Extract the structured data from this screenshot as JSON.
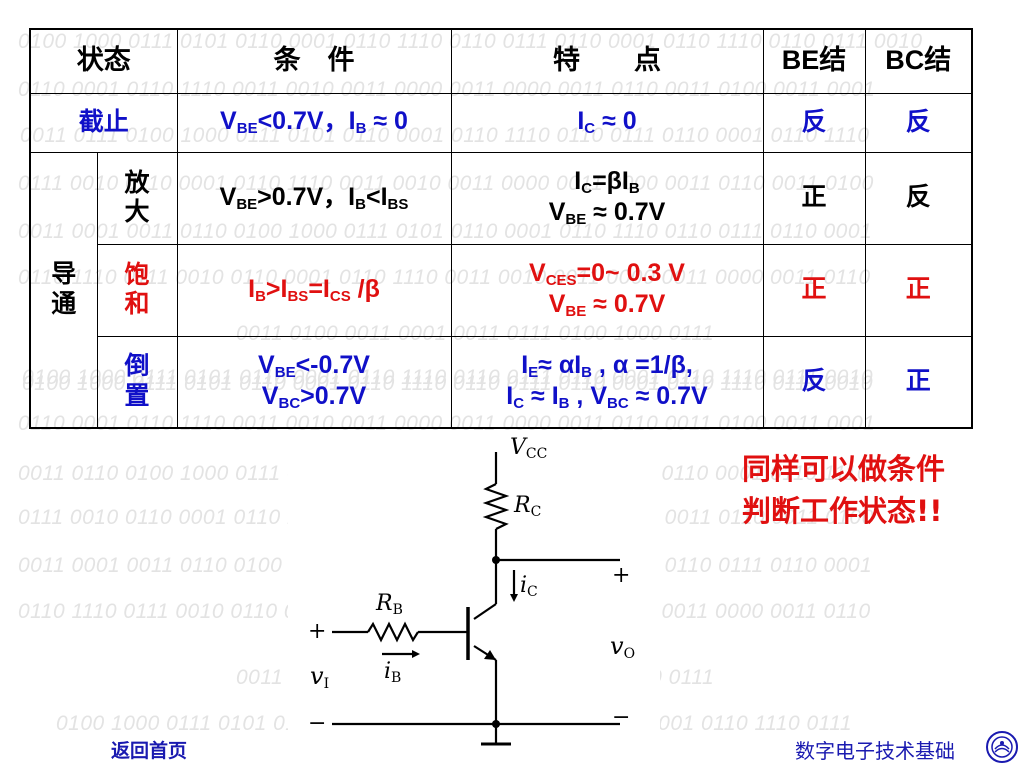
{
  "background_rows": [
    "0100 1000 0111 0101 0110 0001 0110 1110 0110 0111 0110 0001 0110 1110 0110 0111 0010",
    "0110 0001 0110 1110 0011 0010 0011 0000 0011 0000 0011 0110 0011 0100 0011 0001",
    "0011 0111 0100 1000 0111 0101 0110 0001 0110 1110 0110 0111 0110 0001 0110 1110",
    "0111 0010 0110 0001 0110 1110 0011 0010 0011 0000 0011 0000 0011 0110 0011 0100",
    "0011 0001 0011 0110 0100 1000 0111 0101 0110 0001 0110 1110 0110 0111 0110 0001",
    "0110 1110 0111 0010 0110 0001 0110 1110 0011 0010 0011 0000 0011 0000 0011 0110",
    "0100 1000 0111 0101 0110 0001 0110 1110 0110 0111 0110 0001 0110 1110 0111 0010",
    "0011 0100 0011 0001 0011 0111 0100 1000 0111",
    "0100 1000 0111 0101 0110 0001 0110 1110 0110 0111 0110 0001 0110 1110 0111 0010",
    "0110 0001 0110 1110 0011 0010 0011 0000 0011 0000 0011 0110 0011 0100 0011 0001",
    "0011 0110 0100 1000 0111 0101 0110 0001 0110 1110 0110 0111 0110 0001 0110 1110",
    "0111 0010 0110 0001 0110 1110 0011 0010 0011 0000 0011 0000 0011 0110 0011 0100",
    "0011 0001 0011 0110 0100 1000 0111 0101 0110 0001 0110 1110 0110 0111 0110 0001",
    "0110 1110 0111 0010 0110 0001 0110 1110 0011 0010 0011 0000 0011 0000 0011 0110",
    "0011 0100 0011 0001 0011 0111 0100 1000 0111",
    "0100 1000 0111 0101 0110 0001 0110 1110 0110 0111 0110 0001 0110 1110 0111"
  ],
  "table": {
    "headers": {
      "state": "状态",
      "condition": "条　件",
      "feature": "特　　点",
      "be": "BE结",
      "bc": "BC结"
    },
    "cutoff": {
      "state": "截止",
      "cond_a": "V",
      "cond_a_sub": "BE",
      "cond_b": "<0.7V，I",
      "cond_b_sub": "B",
      "cond_c": " ≈ 0",
      "feat_a": "I",
      "feat_a_sub": "C",
      "feat_b": " ≈ 0",
      "be": "反",
      "bc": "反"
    },
    "conduct_group": "导\n通",
    "amplify": {
      "state": "放\n大",
      "cond_a": "V",
      "cond_a_sub": "BE",
      "cond_b": ">0.7V，I",
      "cond_b_sub": "B",
      "cond_c": "<I",
      "cond_c_sub": "BS",
      "feat1_a": "I",
      "feat1_a_sub": "C",
      "feat1_b": "=βI",
      "feat1_b_sub": "B",
      "feat2_a": "V",
      "feat2_a_sub": "BE",
      "feat2_b": " ≈ 0.7V",
      "be": "正",
      "bc": "反"
    },
    "saturate": {
      "state": "饱\n和",
      "cond_a": "I",
      "cond_a_sub": "B",
      "cond_b": ">I",
      "cond_b_sub": "BS",
      "cond_c": "=I",
      "cond_c_sub": "CS",
      "cond_d": " /β",
      "feat1_a": "V",
      "feat1_a_sub": "CES",
      "feat1_b": "=0~ 0.3 V",
      "feat2_a": "V",
      "feat2_a_sub": "BE",
      "feat2_b": " ≈ 0.7V",
      "be": "正",
      "bc": "正"
    },
    "inverse": {
      "state": "倒\n置",
      "cond1_a": "V",
      "cond1_a_sub": "BE",
      "cond1_b": "<-0.7V",
      "cond2_a": "V",
      "cond2_a_sub": "BC",
      "cond2_b": ">0.7V",
      "feat1_a": "I",
      "feat1_a_sub": "E",
      "feat1_b": "≈ αI",
      "feat1_b_sub": "B",
      "feat1_c": " , α =1/β,",
      "feat2_a": "I",
      "feat2_a_sub": "C",
      "feat2_b": " ≈ I",
      "feat2_b_sub": "B",
      "feat2_c": " , V",
      "feat2_c_sub": "BC",
      "feat2_d": " ≈ 0.7V",
      "be": "反",
      "bc": "正"
    }
  },
  "circuit": {
    "vcc": "V",
    "vcc_sub": "CC",
    "rc": "R",
    "rc_sub": "C",
    "ic": "i",
    "ic_sub": "C",
    "rb": "R",
    "rb_sub": "B",
    "ib": "i",
    "ib_sub": "B",
    "vi": "v",
    "vi_sub": "I",
    "vo": "v",
    "vo_sub": "O",
    "plus_in": "+",
    "minus_in": "−",
    "plus_out": "+",
    "minus_out": "−"
  },
  "note": {
    "line1": "同样可以做条件",
    "line2": "判断工作状态!!"
  },
  "footer": {
    "back_link": "返回首页",
    "course": "数字电子技术基础"
  },
  "colors": {
    "blue": "#1010c8",
    "red": "#e01010",
    "footer_blue": "#1a1ab0",
    "watermark": "#e3e3e3"
  }
}
